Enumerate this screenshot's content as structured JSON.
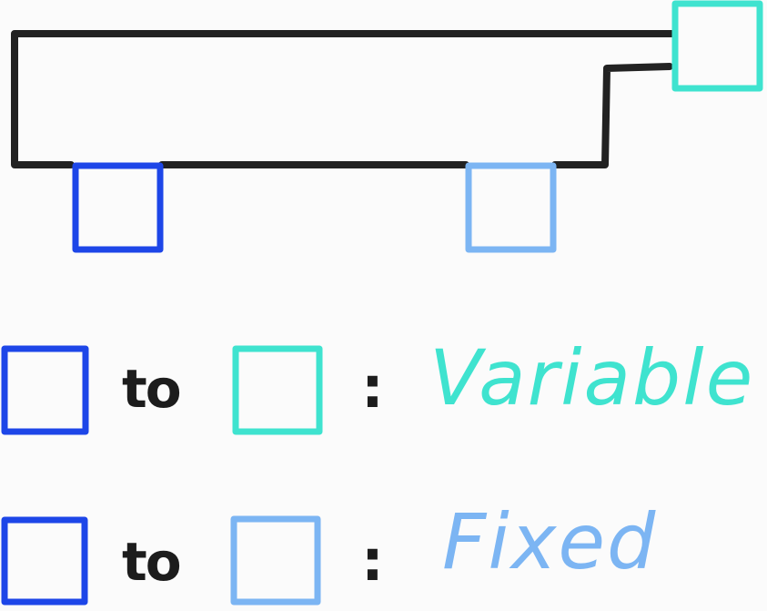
{
  "colors": {
    "background": "#fbfbfb",
    "wire": "#222222",
    "dark_blue": "#1d46e8",
    "light_blue": "#7cb5f3",
    "teal": "#3fe3cf"
  },
  "legend": [
    {
      "from_color": "dark_blue",
      "to_color": "teal",
      "connector": "to",
      "separator": ":",
      "result": "Variable"
    },
    {
      "from_color": "dark_blue",
      "to_color": "light_blue",
      "connector": "to",
      "separator": ":",
      "result": "Fixed"
    }
  ]
}
